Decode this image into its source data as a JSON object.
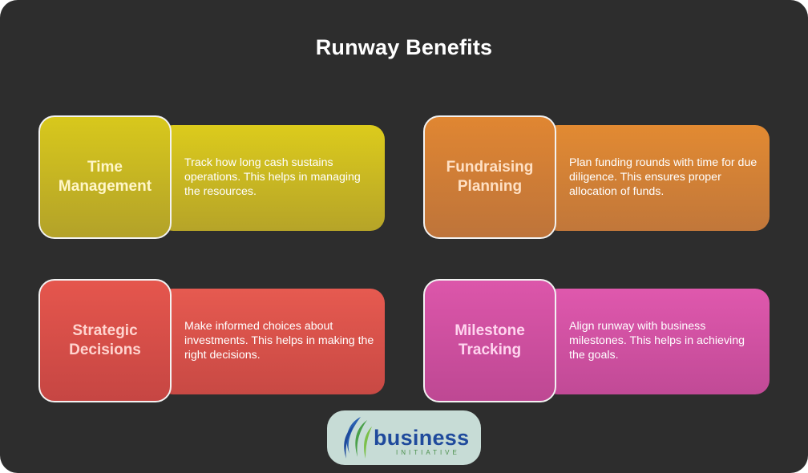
{
  "title": "Runway Benefits",
  "cards": [
    {
      "heading": "Time Management",
      "description": "Track how long cash sustains operations. This helps in managing the resources.",
      "color": "#d4c41f"
    },
    {
      "heading": "Fundraising Planning",
      "description": "Plan funding rounds with time for due diligence. This ensures proper allocation of funds.",
      "color": "#d98335"
    },
    {
      "heading": "Strategic Decisions",
      "description": "Make informed choices about investments. This helps in making the right decisions.",
      "color": "#de534b"
    },
    {
      "heading": "Milestone Tracking",
      "description": "Align runway with business milestones. This helps in achieving the goals.",
      "color": "#d754a6"
    }
  ],
  "logo": {
    "brand": "business",
    "sub": "INITIATIVE",
    "icon": "business-initiative-logo-icon"
  },
  "colors": {
    "background": "#2d2d2d",
    "title": "#ffffff",
    "logo_bg": "#c7dcd6",
    "logo_text": "#1f4a9c",
    "logo_sub": "#4a8f4a"
  }
}
